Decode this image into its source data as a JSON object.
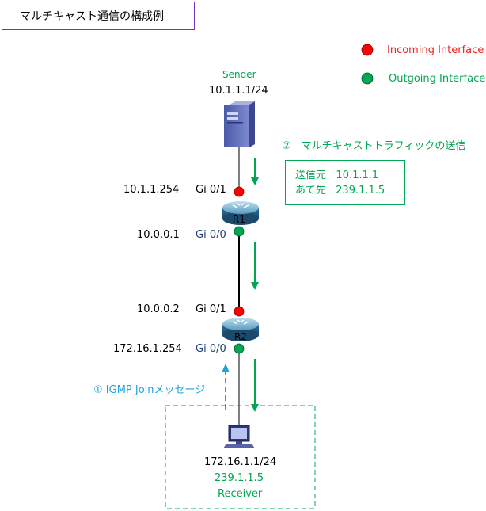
{
  "title": "マルチキャスト通信の構成例",
  "legend": {
    "incoming": {
      "label": "Incoming Interface",
      "color": "#ff0000"
    },
    "outgoing": {
      "label": "Outgoing Interface",
      "color": "#00a651"
    }
  },
  "sender": {
    "label": "Sender",
    "ip": "10.1.1.1/24",
    "icon": "server-icon"
  },
  "r1": {
    "name": "R1",
    "in_ip": "10.1.1.254",
    "in_if": "Gi 0/1",
    "out_ip": "10.0.0.1",
    "out_if": "Gi 0/0"
  },
  "r2": {
    "name": "R2",
    "in_ip": "10.0.0.2",
    "in_if": "Gi 0/1",
    "out_ip": "172.16.1.254",
    "out_if": "Gi 0/0"
  },
  "receiver": {
    "ip": "172.16.1.1/24",
    "group": "239.1.1.5",
    "label": "Receiver",
    "icon": "pc-icon"
  },
  "step1": "① IGMP Joinメッセージ",
  "step2": "②　マルチキャストトラフィックの送信",
  "flow": {
    "src_label": "送信元",
    "src_value": "10.1.1.1",
    "dst_label": "あて先",
    "dst_value": "239.1.1.5"
  },
  "colors": {
    "title_border": "#7b2fbe",
    "green": "#00a651",
    "red": "#ff0000",
    "cyan": "#1ea3dc",
    "interface_blue": "#1f3f7a"
  }
}
